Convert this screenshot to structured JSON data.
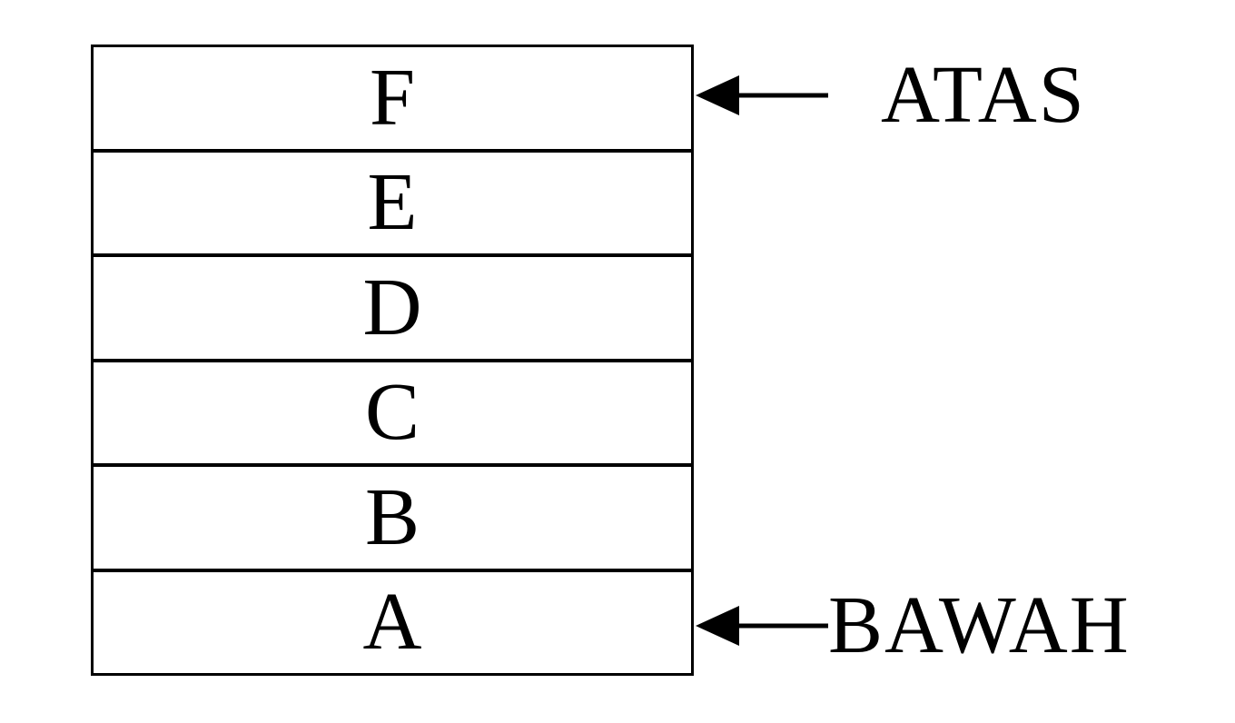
{
  "stack": {
    "items": [
      "F",
      "E",
      "D",
      "C",
      "B",
      "A"
    ]
  },
  "pointers": {
    "top": {
      "label": "ATAS"
    },
    "bottom": {
      "label": "BAWAH"
    }
  },
  "colors": {
    "line": "#000000",
    "background": "#ffffff"
  }
}
